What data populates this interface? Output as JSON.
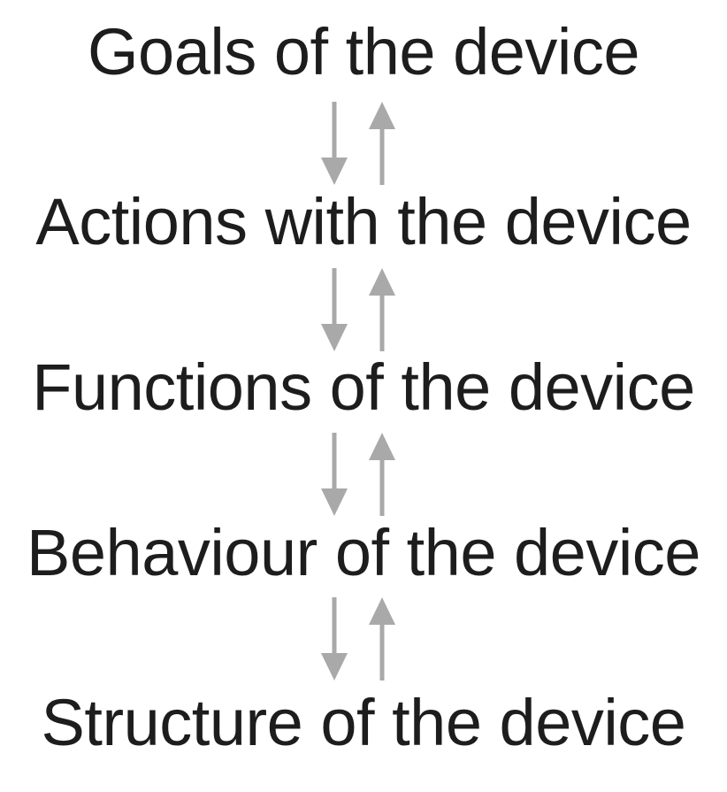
{
  "diagram": {
    "background": "#ffffff",
    "text_color": "#1d1d1d",
    "arrow_color": "#a9a9a9",
    "levels": [
      {
        "label": "Goals of the device"
      },
      {
        "label": "Actions with the device"
      },
      {
        "label": "Functions of the device"
      },
      {
        "label": "Behaviour of the device"
      },
      {
        "label": "Structure of the device"
      }
    ],
    "connectors": [
      {
        "from": "Goals of the device",
        "to": "Actions with the device",
        "arrows": [
          "down-arrow",
          "up-arrow"
        ]
      },
      {
        "from": "Actions with the device",
        "to": "Functions of the device",
        "arrows": [
          "down-arrow",
          "up-arrow"
        ]
      },
      {
        "from": "Functions of the device",
        "to": "Behaviour of the device",
        "arrows": [
          "down-arrow",
          "up-arrow"
        ]
      },
      {
        "from": "Behaviour of the device",
        "to": "Structure of the device",
        "arrows": [
          "down-arrow",
          "up-arrow"
        ]
      }
    ]
  }
}
